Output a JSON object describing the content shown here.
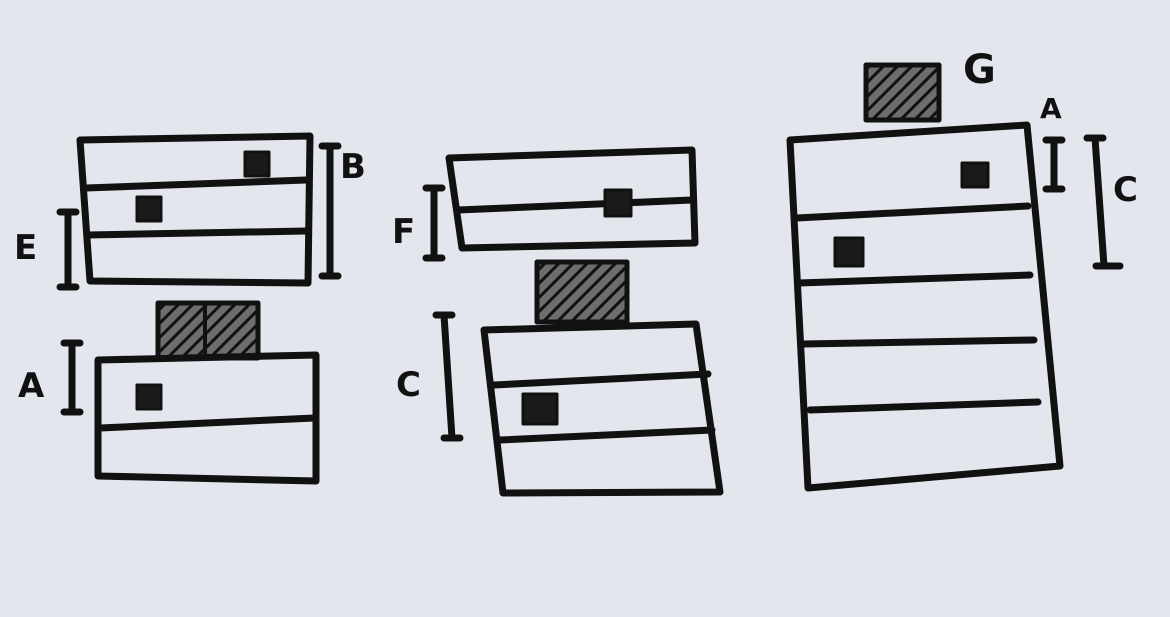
{
  "diagram": {
    "labels": {
      "group1_b": "B",
      "group1_e": "E",
      "group1_a": "A",
      "group2_f": "F",
      "group2_c": "C",
      "group3_g": "G",
      "group3_a": "A",
      "group3_c": "C"
    }
  }
}
